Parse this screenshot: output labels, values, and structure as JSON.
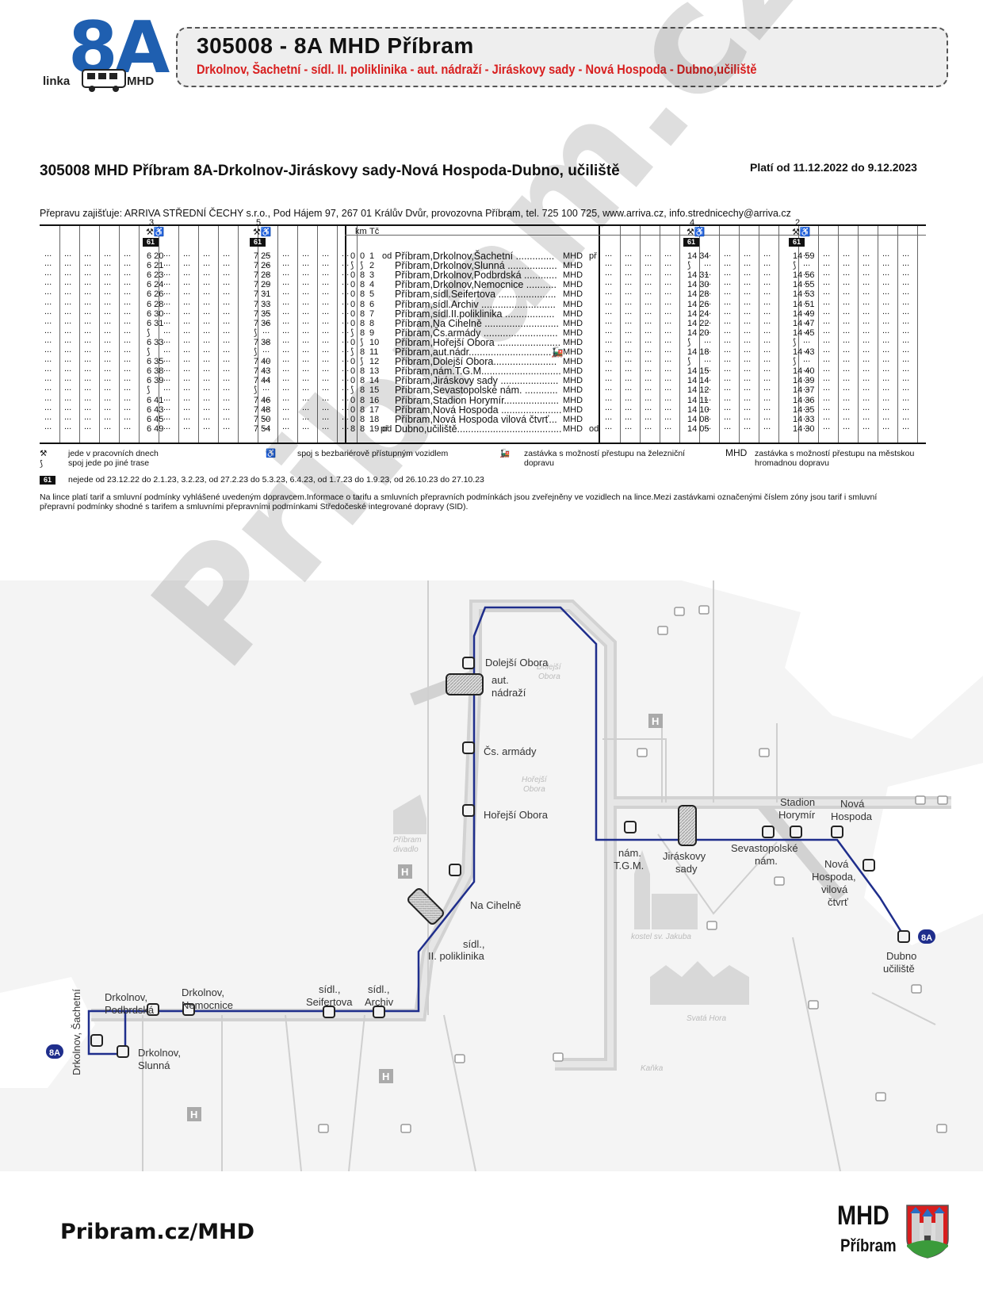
{
  "header": {
    "logo_number": "8A",
    "logo_linka": "linka",
    "logo_mhd": "MHD",
    "title": "305008 - 8A  MHD Příbram",
    "route": "Drkolnov, Šachetní - sídl. II. poliklinika - aut. nádraží - Jiráskovy sady - Nová Hospoda - Dubno,učiliště"
  },
  "timetable": {
    "title": "305008   MHD Příbram 8A-Drkolnov-Jiráskovy sady-Nová Hospoda-Dubno, učiliště",
    "valid": "Platí od 11.12.2022 do 9.12.2023",
    "carrier": "Přepravu zajišťuje:  ARRIVA STŘEDNÍ ČECHY s.r.o., Pod Hájem 97, 267 01 Králův Dvůr, provozovna Příbram, tel. 725 100 725, www.arriva.cz, info.strednicechy@arriva.cz",
    "col_km": "km",
    "col_tc": "Tč",
    "trips_left": [
      {
        "no": "3",
        "times": [
          "6 20",
          "6 21",
          "6 23",
          "6 24",
          "6 26",
          "6 28",
          "6 30",
          "6 31",
          "⟆",
          "6 33",
          "⟆",
          "6 35",
          "6 38",
          "6 39",
          "⟆",
          "6 41",
          "6 43",
          "6 45",
          "6 49"
        ]
      },
      {
        "no": "5",
        "times": [
          "7 25",
          "7 26",
          "7 28",
          "7 29",
          "7 31",
          "7 33",
          "7 35",
          "7 36",
          "⟆",
          "7 38",
          "⟆",
          "7 40",
          "7 43",
          "7 44",
          "⟆",
          "7 46",
          "7 48",
          "7 50",
          "7 54"
        ]
      }
    ],
    "trips_right": [
      {
        "no": "4",
        "times": [
          "14 34",
          "⟆",
          "14 31",
          "14 30",
          "14 28",
          "14 26",
          "14 24",
          "14 22",
          "14 20",
          "⟆",
          "14 18",
          "⟆",
          "14 15",
          "14 14",
          "14 12",
          "14 11",
          "14 10",
          "14 08",
          "14 05"
        ]
      },
      {
        "no": "2",
        "times": [
          "14 59",
          "⟆",
          "14 56",
          "14 55",
          "14 53",
          "14 51",
          "14 49",
          "14 47",
          "14 45",
          "⟆",
          "14 43",
          "⟆",
          "14 40",
          "14 39",
          "14 37",
          "14 36",
          "14 35",
          "14 33",
          "14 30"
        ]
      }
    ],
    "trip_marks": "⚒♿",
    "trip_tag": "61",
    "km": [
      "0",
      "⟆",
      "0",
      "0",
      "0",
      "0",
      "0",
      "0",
      "⟆",
      "0",
      "⟆",
      "0",
      "0",
      "0",
      "⟆",
      "0",
      "0",
      "0",
      "8"
    ],
    "km2": [
      "0",
      "⟆",
      "8",
      "8",
      "8",
      "8",
      "8",
      "8",
      "8",
      "⟆",
      "8",
      "⟆",
      "8",
      "8",
      "8",
      "8",
      "8",
      "8",
      "8"
    ],
    "tc": [
      "1",
      "2",
      "3",
      "4",
      "5",
      "6",
      "7",
      "8",
      "9",
      "10",
      "11",
      "12",
      "13",
      "14",
      "15",
      "16",
      "17",
      "18",
      "19"
    ],
    "stops": [
      {
        "od": "od",
        "name": "Příbram,Drkolnov,Šachetní ..............",
        "mhd": "MHD",
        "pr": "př"
      },
      {
        "name": "Příbram,Drkolnov,Slunná ..................",
        "mhd": "MHD"
      },
      {
        "name": "Příbram,Drkolnov,Podbrdská ............",
        "mhd": "MHD"
      },
      {
        "name": "Příbram,Drkolnov,Nemocnice ...........",
        "mhd": "MHD"
      },
      {
        "name": "Příbram,sídl.Seifertova .....................",
        "mhd": "MHD"
      },
      {
        "name": "Příbram,sídl.Archiv ...........................",
        "mhd": "MHD"
      },
      {
        "name": "Příbram,sídl.II.poliklinika ..................",
        "mhd": "MHD"
      },
      {
        "name": "Příbram,Na Cihelně ...........................",
        "mhd": "MHD"
      },
      {
        "name": "Příbram,Čs.armády ...........................",
        "mhd": "MHD"
      },
      {
        "name": "Příbram,Hořejší Obora .......................",
        "mhd": "MHD"
      },
      {
        "name": "Příbram,aut.nádr..............................🚂",
        "mhd": "MHD"
      },
      {
        "name": "Příbram,Dolejší Obora.......................",
        "mhd": "MHD"
      },
      {
        "name": "Příbram,nám.T.G.M.............................",
        "mhd": "MHD"
      },
      {
        "name": "Příbram,Jiráskovy sady .....................",
        "mhd": "MHD"
      },
      {
        "name": "Příbram,Sevastopolské nám. ............",
        "mhd": "MHD"
      },
      {
        "name": "Příbram,Stadion Horymír....................",
        "mhd": "MHD"
      },
      {
        "name": "Příbram,Nová Hospoda ......................",
        "mhd": "MHD"
      },
      {
        "name": "Příbram,Nová Hospoda vilová čtvrť...",
        "mhd": "MHD"
      },
      {
        "pr": "př",
        "name": "Dubno,učiliště......................................",
        "mhd": "MHD",
        "od": "od"
      }
    ],
    "dots": "...",
    "legend": {
      "workdays": "jede v pracovních dnech",
      "other_route": "spoj jede po jiné trase",
      "barrier_free": "spoj s bezbariérově přístupným vozidlem",
      "train": "zastávka s možností přestupu na železniční dopravu",
      "mhd_sym": "MHD",
      "mhd": "zastávka s možností přestupu na městskou hromadnou dopravu",
      "tag61": "61",
      "tag61_text": "nejede od 23.12.22 do 2.1.23, 3.2.23, od 27.2.23 do 5.3.23, 6.4.23, od 1.7.23 do 1.9.23, od 26.10.23 do 27.10.23"
    },
    "note": "Na lince platí tarif a smluvní podmínky vyhlášené uvedeným dopravcem.Informace o tarifu a smluvních přepravních podmínkách jsou zveřejněny ve vozidlech na lince.Mezi zastávkami označenými číslem zóny jsou tarif i smluvní přepravní podmínky shodné s tarifem a smluvními přepravními podmínkami Středočeské integrované dopravy (SID)."
  },
  "watermark": "Pribram.cz",
  "map": {
    "line_badge": "8A",
    "stops": {
      "sachetni": "Drkolnov, Šachetní",
      "podbrdska_1": "Drkolnov,",
      "podbrdska_2": "Podbrdská",
      "nemocnice_1": "Drkolnov,",
      "nemocnice_2": "Nemocnice",
      "slunna_1": "Drkolnov,",
      "slunna_2": "Slunná",
      "seifertova_1": "sídl.,",
      "seifertova_2": "Seifertova",
      "archiv_1": "sídl.,",
      "archiv_2": "Archiv",
      "polik_1": "sídl.,",
      "polik_2": "II. poliklinika",
      "cihelne": "Na Cihelně",
      "horejsi": "Hořejší Obora",
      "csarmady": "Čs. armády",
      "dolejsi": "Dolejší Obora",
      "autnadr_1": "aut.",
      "autnadr_2": "nádraží",
      "tgm_1": "nám.",
      "tgm_2": "T.G.M.",
      "jiraskovy_1": "Jiráskovy",
      "jiraskovy_2": "sady",
      "sevastopol_1": "Sevastopolské",
      "sevastopol_2": "nám.",
      "stadion_1": "Stadion",
      "stadion_2": "Horymír",
      "nova_1": "Nová",
      "nova_2": "Hospoda",
      "vilova_1": "Nová",
      "vilova_2": "Hospoda,",
      "vilova_3": "vilová",
      "vilova_4": "čtvrť",
      "dubno_1": "Dubno",
      "dubno_2": "učiliště"
    },
    "areas": {
      "dolejsi_1": "Dolejší",
      "dolejsi_2": "Obora",
      "horejsi_1": "Hořejší",
      "horejsi_2": "Obora",
      "divadlo_1": "Příbram",
      "divadlo_2": "divadlo",
      "kostel": "kostel sv. Jakuba",
      "svata_hora": "Svatá Hora",
      "kanka": "Kaňka"
    },
    "hospital": "H"
  },
  "footer": {
    "url": "Pribram.cz/MHD",
    "mhd": "MHD",
    "city": "Příbram"
  },
  "colors": {
    "route": "#1f2e8c",
    "accent": "#1f5fb0",
    "red": "#d81e1e"
  }
}
